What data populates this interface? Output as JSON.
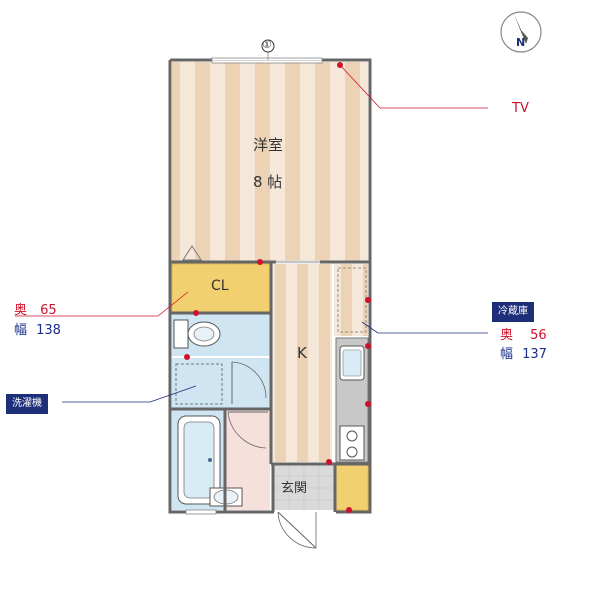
{
  "compass": {
    "letter": "N"
  },
  "rooms": {
    "western_room": {
      "name": "洋室",
      "size": "8 帖"
    },
    "closet": {
      "name": "CL"
    },
    "kitchen": {
      "name": "K"
    },
    "entrance": {
      "name": "玄関"
    }
  },
  "window_mark": "①",
  "tv": {
    "label": "TV"
  },
  "closet_dims": {
    "depth_label": "奥",
    "depth_value": "65",
    "width_label": "幅",
    "width_value": "138"
  },
  "fridge": {
    "tag": "冷蔵庫",
    "depth_label": "奥",
    "depth_value": "56",
    "width_label": "幅",
    "width_value": "137"
  },
  "washer": {
    "tag": "洗濯機"
  },
  "colors": {
    "red": "#d0102b",
    "navy": "#1e2f7a",
    "wall": "#666666",
    "floor_light": "#f5e6d6",
    "floor_dark": "#ecd3b7",
    "closet": "#f2d070",
    "wet_area": "#cfe6f2"
  }
}
